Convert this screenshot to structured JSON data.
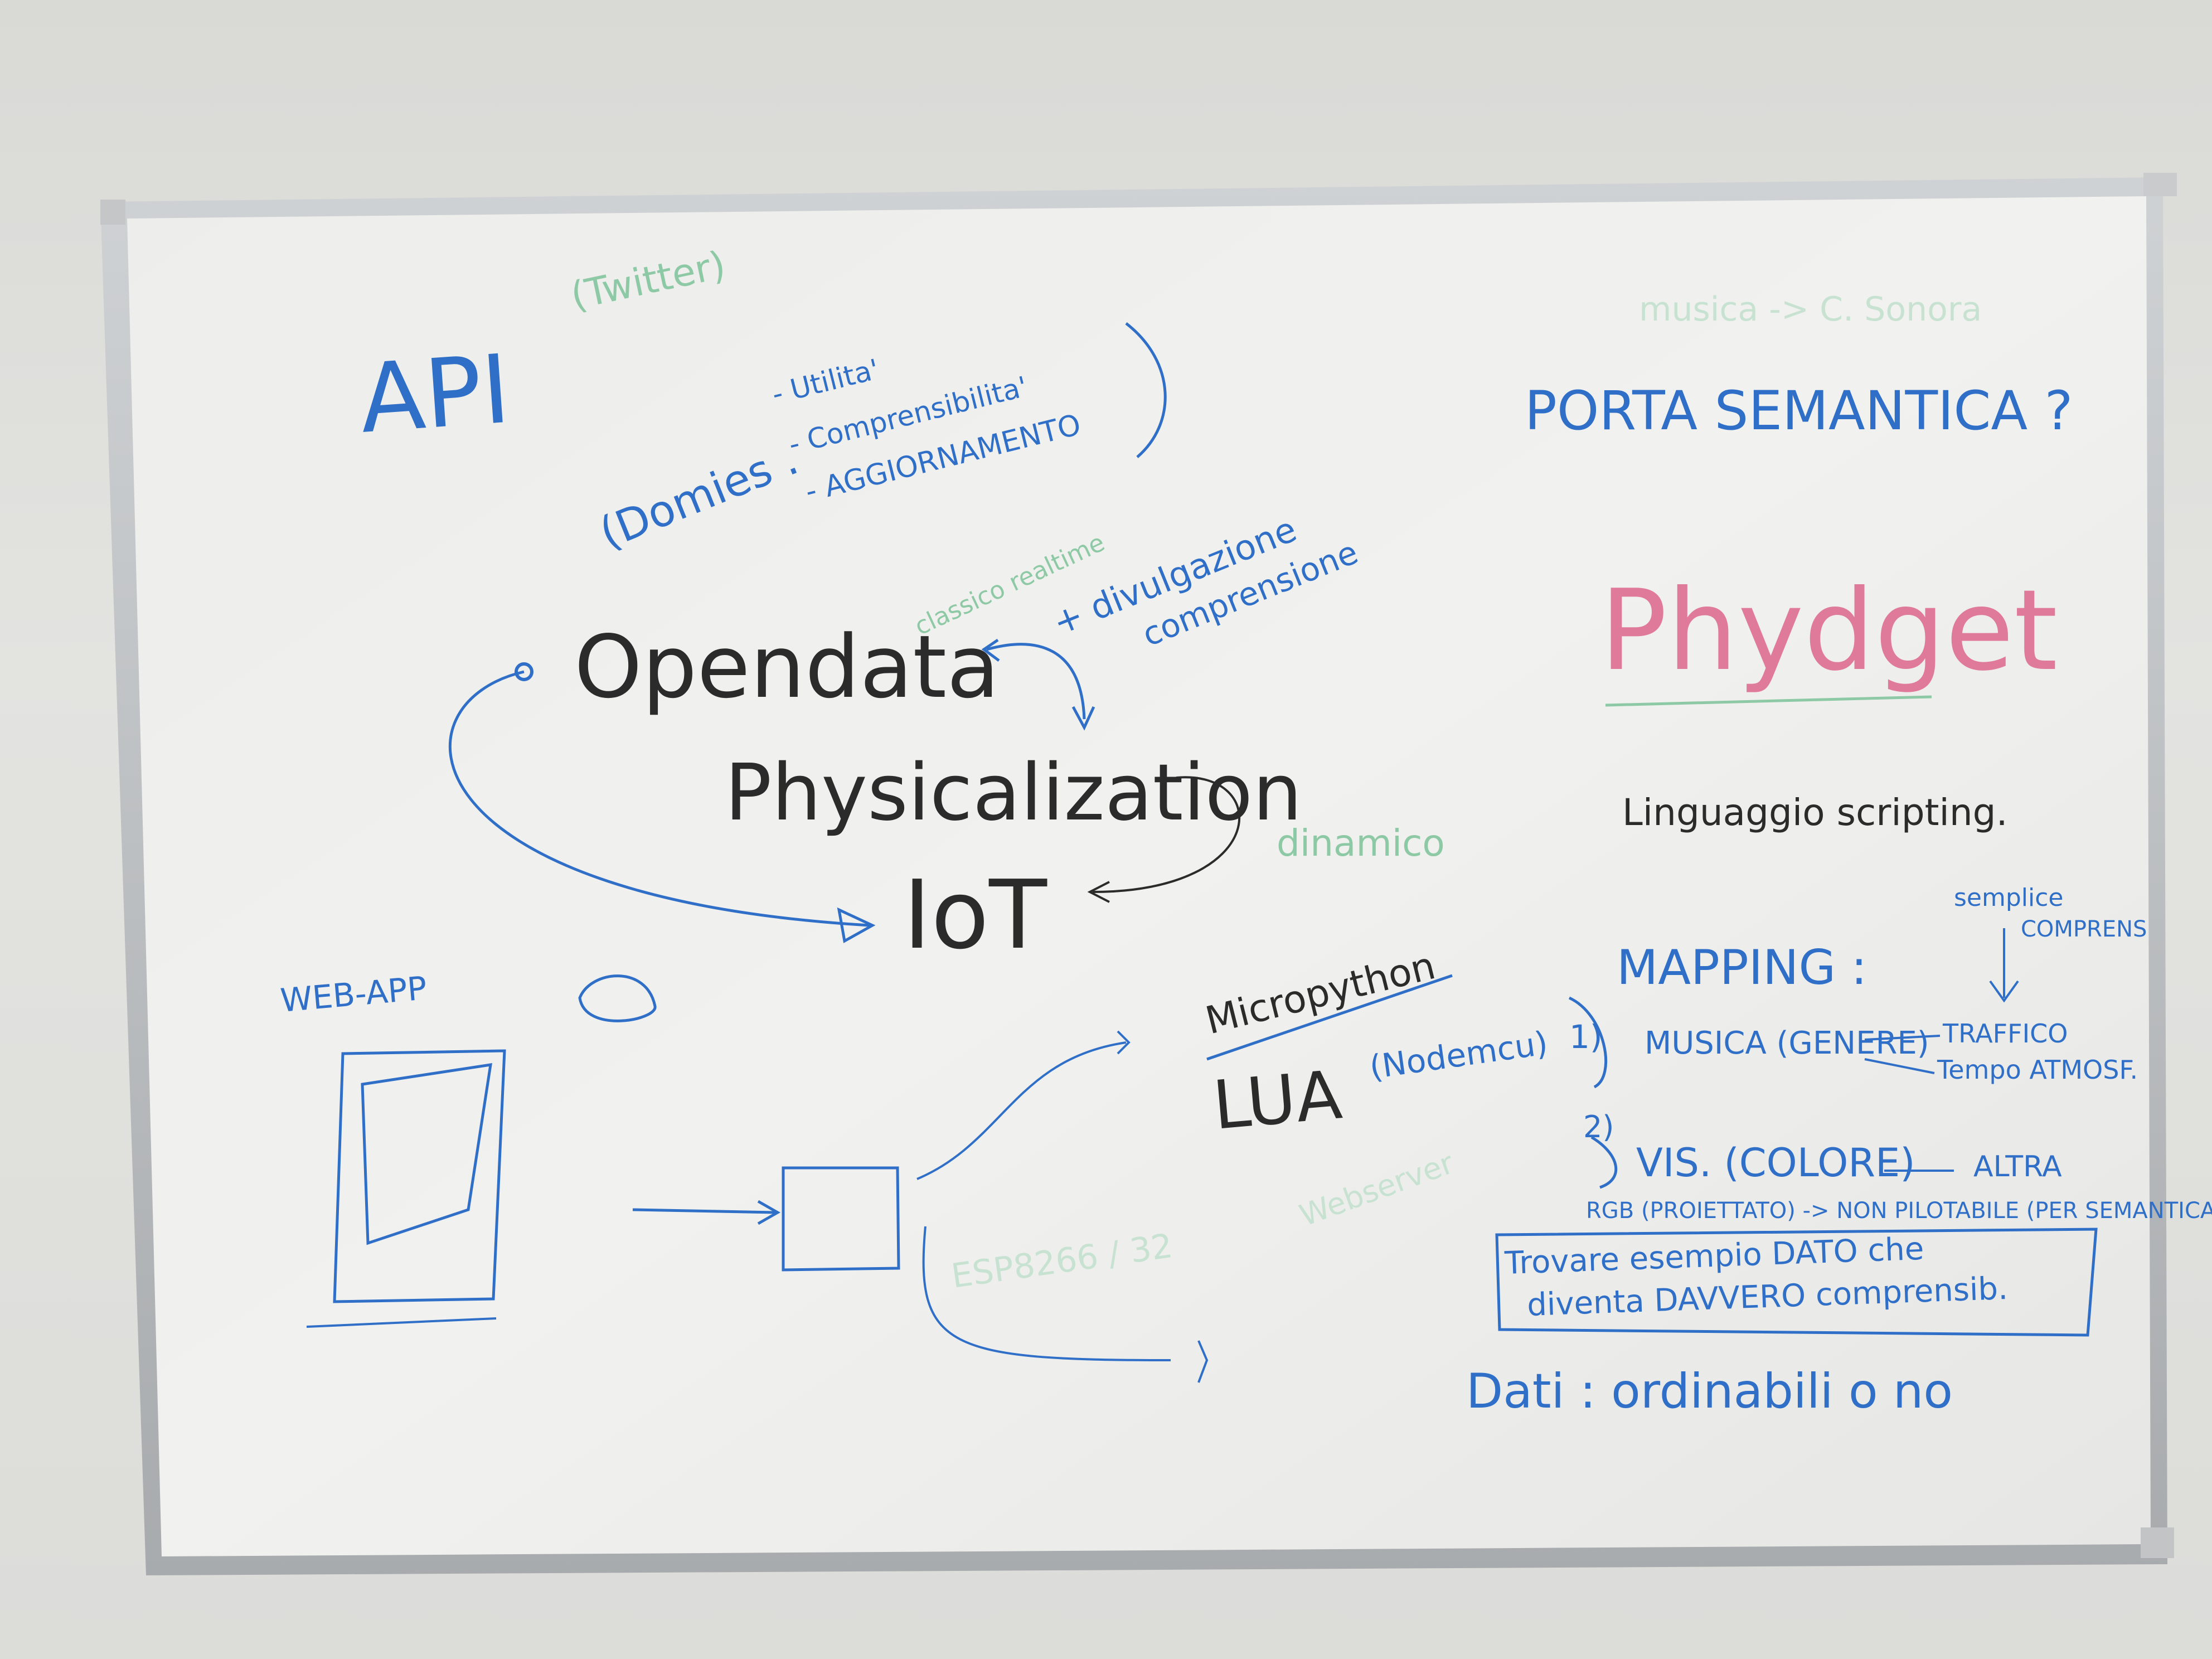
{
  "colors": {
    "wall": "#dcdcd9",
    "board": "#eeeeec",
    "frame": "#b9bcbe",
    "blue_marker": "#2f6fc8",
    "black_marker": "#2b2b2b",
    "green_marker": "#8ec9a5",
    "pink_marker": "#e07a9a"
  },
  "board": {
    "api": "API",
    "twitter": "(Twitter)",
    "dati_label": "(Domies .",
    "list": [
      "- Utilita'",
      "- Comprensibilita'",
      "- AGGIORNAMENTO"
    ],
    "opendata": "Opendata",
    "opendata_note": "classico   realtime",
    "divulgazione": "+ divulgazione",
    "comprensione": "comprensione",
    "physicalization": "Physicalization",
    "iot": "IoT",
    "dinamico": "dinamico",
    "webapp": "WEB-APP",
    "micropython": "Micropython",
    "lua": "LUA",
    "nodemcu": "(Nodemcu)",
    "esp": "ESP8266 / 32",
    "webserver": "Webserver",
    "musica_top": "musica -> C. Sonora",
    "porta_semantica": "PORTA SEMANTICA ?",
    "phydget": "Phydget",
    "linguaggio": "Linguaggio scripting.",
    "semplice": "semplice",
    "comprens": "COMPRENS",
    "mapping": "MAPPING :",
    "n1": "1)",
    "musica_genere": "MUSICA (GENERE)",
    "traffico": "TRAFFICO",
    "tempo_atmosf": "Tempo ATMOSF.",
    "n2": "2)",
    "vis_colore": "VIS. (COLORE)",
    "altra": "ALTRA",
    "rgb_line": "RGB (PROIETTATO) -> NON PILOTABILE (PER SEMANTICA)",
    "trovare_1": "Trovare esempio DATO che",
    "trovare_2": "diventa DAVVERO comprensib.",
    "dati_final": "Dati : ordinabili o no"
  }
}
